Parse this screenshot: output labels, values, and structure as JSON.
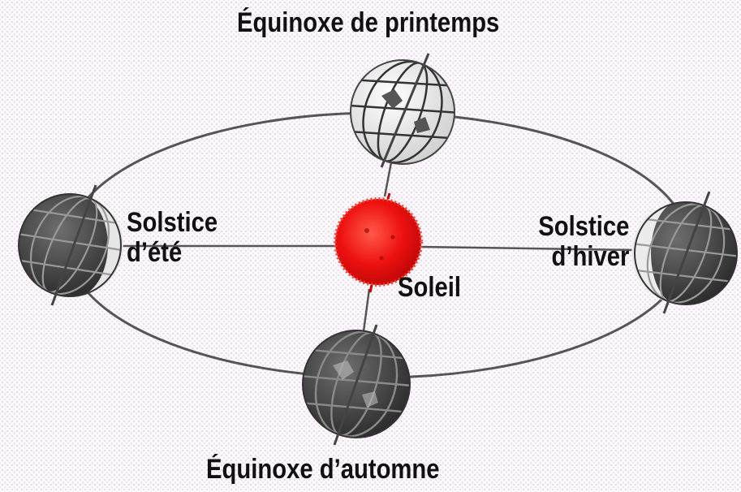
{
  "labels": {
    "spring_equinox": "Équinoxe de printemps",
    "autumn_equinox": "Équinoxe d’automne",
    "summer_solstice_line1": "Solstice",
    "summer_solstice_line2": "d’été",
    "winter_solstice_line1": "Solstice",
    "winter_solstice_line2": "d’hiver",
    "sun": "Soleil"
  },
  "colors": {
    "sun": "#ee1111",
    "orbit": "#555555",
    "globe_light": "#f2f2f2",
    "globe_dark": "#3a3a3a",
    "text": "#111111"
  },
  "icons": {
    "earth": "globe-icon",
    "sun": "sun-icon"
  }
}
